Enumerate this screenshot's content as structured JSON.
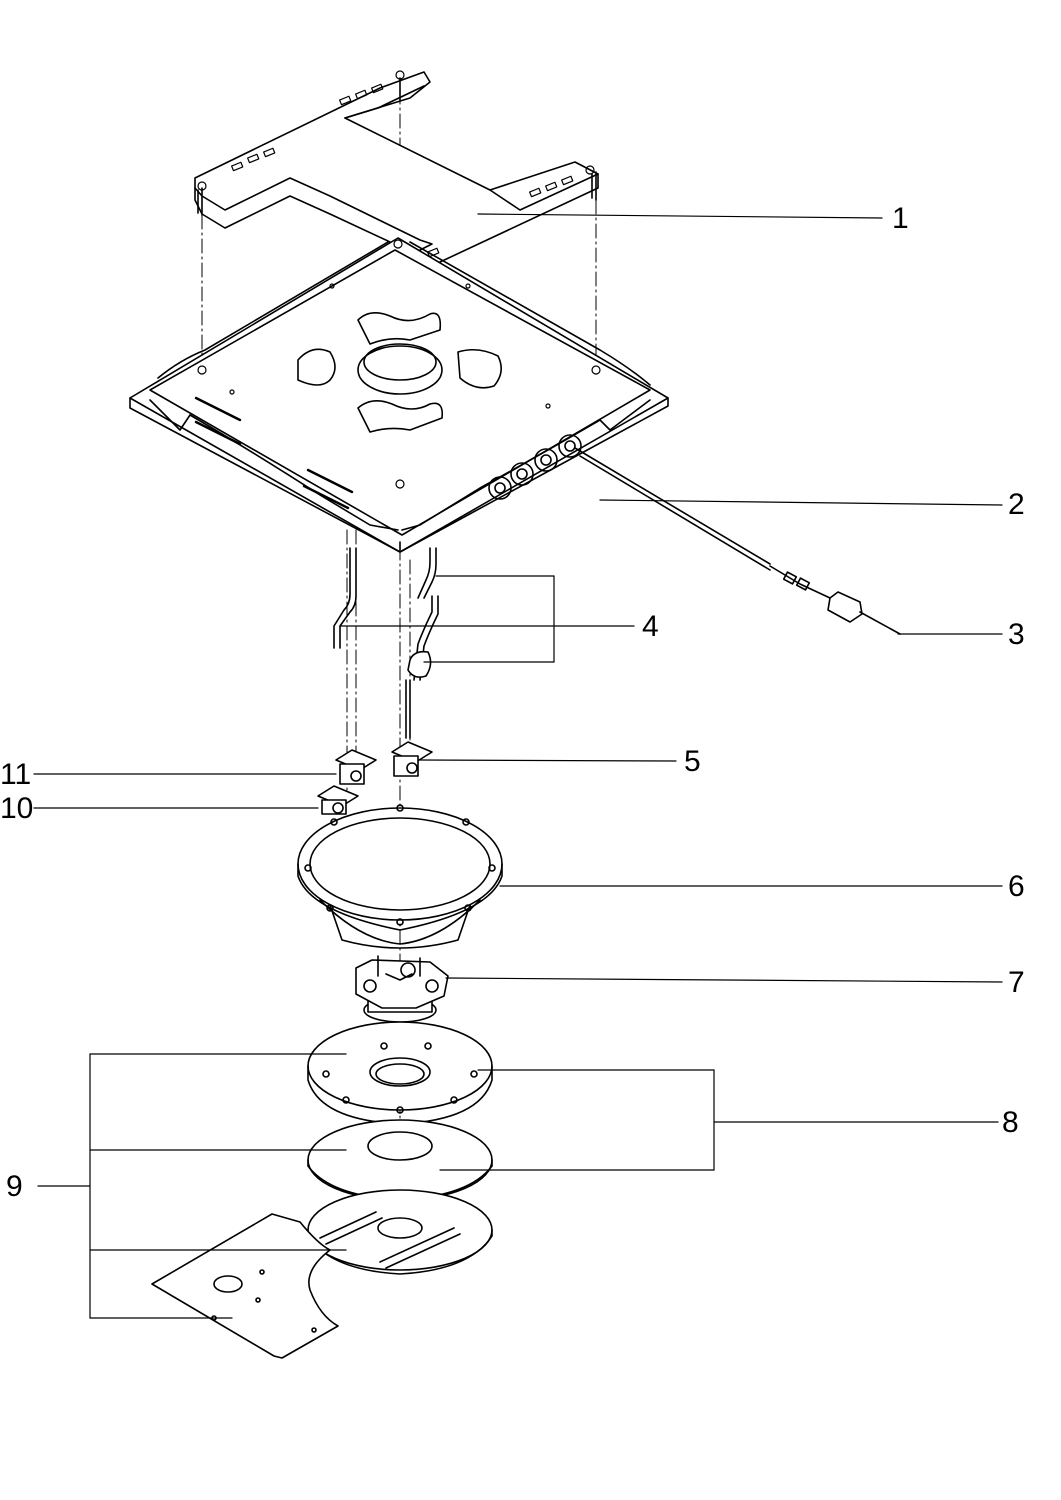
{
  "callouts": [
    {
      "id": "1",
      "label": "1"
    },
    {
      "id": "2",
      "label": "2"
    },
    {
      "id": "3",
      "label": "3"
    },
    {
      "id": "4",
      "label": "4"
    },
    {
      "id": "5",
      "label": "5"
    },
    {
      "id": "6",
      "label": "6"
    },
    {
      "id": "7",
      "label": "7"
    },
    {
      "id": "8",
      "label": "8"
    },
    {
      "id": "9",
      "label": "9"
    },
    {
      "id": "10",
      "label": "10"
    },
    {
      "id": "11",
      "label": "11"
    }
  ],
  "colors": {
    "line": "#000000",
    "fill": "#ffffff",
    "shade": "#cccccc"
  }
}
